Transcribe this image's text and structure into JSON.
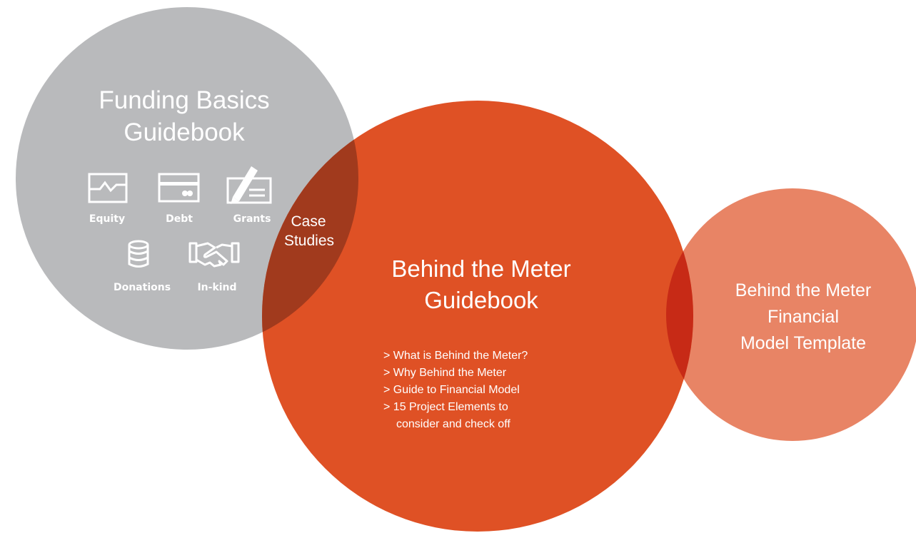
{
  "colors": {
    "grey_circle": "#b9babc",
    "orange_circle": "#df5125",
    "overlap_grey_orange": "#a13a1d",
    "light_orange_circle": "#e88465",
    "overlap_orange_light": "#c72a16",
    "text_white": "#ffffff"
  },
  "funding_basics": {
    "title_line1": "Funding Basics",
    "title_line2": "Guidebook",
    "items": [
      {
        "label": "Equity",
        "icon": "chart-screen-icon"
      },
      {
        "label": "Debt",
        "icon": "credit-card-icon"
      },
      {
        "label": "Grants",
        "icon": "check-pen-icon"
      },
      {
        "label": "Donations",
        "icon": "coin-stack-icon"
      },
      {
        "label": "In-kind",
        "icon": "handshake-icon"
      }
    ]
  },
  "case_studies": {
    "line1": "Case",
    "line2": "Studies"
  },
  "behind_meter_guidebook": {
    "title_line1": "Behind the Meter",
    "title_line2": "Guidebook",
    "bullets": [
      "> What is Behind the Meter?",
      "> Why Behind the Meter",
      "> Guide to Financial Model",
      "> 15 Project Elements to",
      "consider and check off"
    ]
  },
  "financial_model": {
    "line1": "Behind the Meter",
    "line2": "Financial",
    "line3": "Model Template"
  }
}
